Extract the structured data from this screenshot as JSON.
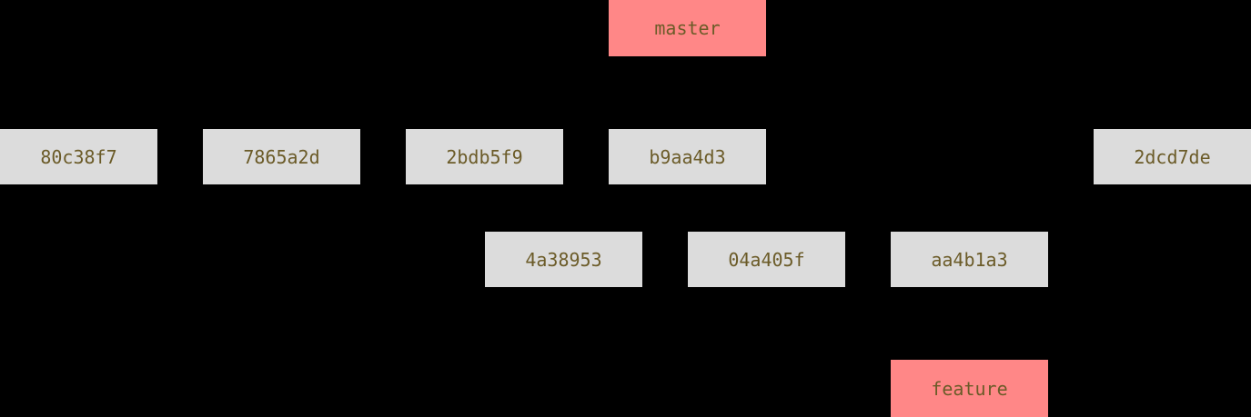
{
  "colors": {
    "background": "#000000",
    "commit_box_fill": "#dcdcdc",
    "branch_label_fill": "#ff8787",
    "text": "#6b5b28"
  },
  "graph": {
    "master_branch": {
      "label": "master",
      "commits": [
        "80c38f7",
        "7865a2d",
        "2bdb5f9",
        "b9aa4d3",
        "2dcd7de"
      ]
    },
    "feature_branch": {
      "label": "feature",
      "commits": [
        "4a38953",
        "04a405f",
        "aa4b1a3"
      ]
    }
  }
}
